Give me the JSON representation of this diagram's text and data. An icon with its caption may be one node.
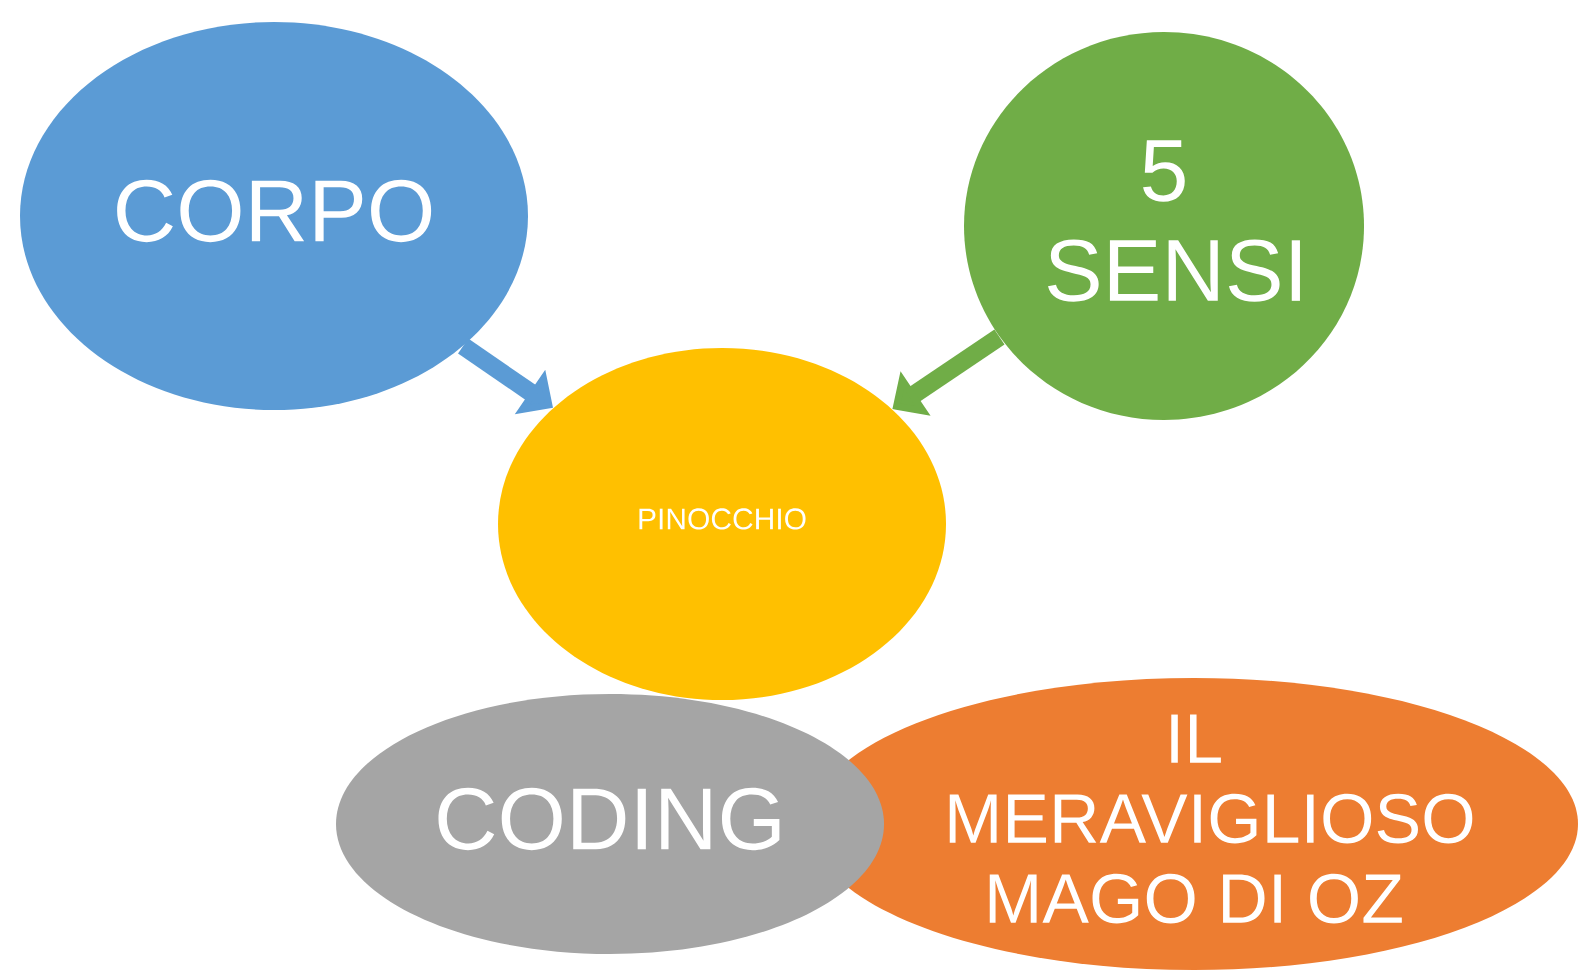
{
  "diagram": {
    "nodes": [
      {
        "text": [
          "CORPO"
        ]
      },
      {
        "text": [
          "5 SENSI"
        ]
      },
      {
        "text": [
          "PINOCCHIO"
        ]
      },
      {
        "text": [
          "IL MERAVIGLIOSO MAGO DI OZ"
        ]
      },
      {
        "text": [
          "CODING"
        ]
      }
    ],
    "edges": [
      {
        "from": 0,
        "to": 2,
        "arrow": "to",
        "color": "#5b9bd5"
      },
      {
        "from": 1,
        "to": 2,
        "arrow": "to",
        "color": "#70ad47"
      }
    ]
  }
}
